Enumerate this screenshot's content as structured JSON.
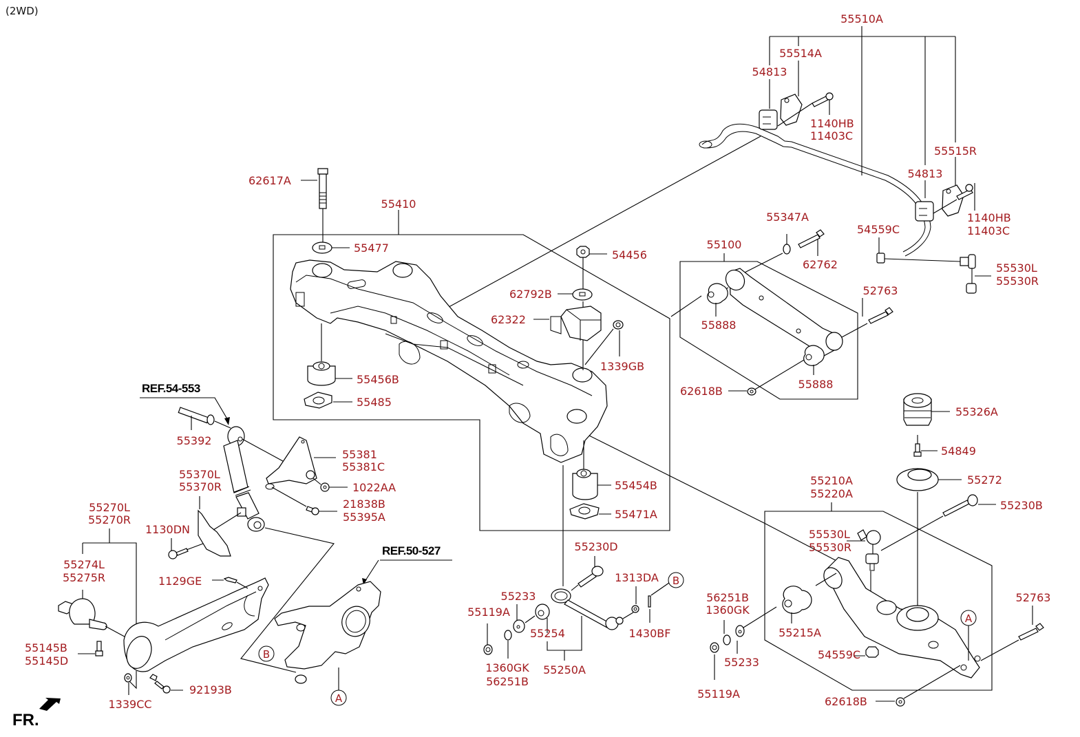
{
  "caption": "(2WD)",
  "direction_label": "FR.",
  "colors": {
    "part_number": "#a31b1f",
    "line": "#000000",
    "background": "#ffffff"
  },
  "references": {
    "shock": "REF.54-553",
    "knuckle": "REF.50-527"
  },
  "markers": {
    "a": "A",
    "b": "B"
  },
  "parts": {
    "p55510A": "55510A",
    "p55514A": "55514A",
    "p54813_l": "54813",
    "p1140HB_l": "1140HB",
    "p11403C_l": "11403C",
    "p55515R": "55515R",
    "p54813_r": "54813",
    "p1140HB_r": "1140HB",
    "p11403C_r": "11403C",
    "p54559C_top": "54559C",
    "p55530L_top": "55530L",
    "p55530R_top": "55530R",
    "p62617A": "62617A",
    "p55410": "55410",
    "p55477": "55477",
    "p54456": "54456",
    "p62792B": "62792B",
    "p62322": "62322",
    "p1339GB": "1339GB",
    "p55456B": "55456B",
    "p55485": "55485",
    "p55454B": "55454B",
    "p55471A": "55471A",
    "p55347A": "55347A",
    "p62762": "62762",
    "p55100": "55100",
    "p55888_a": "55888",
    "p55888_b": "55888",
    "p52763_top": "52763",
    "p62618B_top": "62618B",
    "p55326A": "55326A",
    "p54849": "54849",
    "p55272": "55272",
    "p55210A": "55210A",
    "p55220A": "55220A",
    "p55230B": "55230B",
    "p55530L_bot": "55530L",
    "p55530R_bot": "55530R",
    "p56251B_r": "56251B",
    "p1360GK_r": "1360GK",
    "p55215A": "55215A",
    "p55233_r": "55233",
    "p55119A_r": "55119A",
    "p54559C_bot": "54559C",
    "p52763_bot": "52763",
    "p62618B_bot": "62618B",
    "p55392": "55392",
    "p55381": "55381",
    "p55381C": "55381C",
    "p1022AA": "1022AA",
    "p55370L": "55370L",
    "p55370R": "55370R",
    "p21838B": "21838B",
    "p55395A": "55395A",
    "p1130DN": "1130DN",
    "p55270L": "55270L",
    "p55270R": "55270R",
    "p55274L": "55274L",
    "p55275R": "55275R",
    "p1129GE": "1129GE",
    "p55145B": "55145B",
    "p55145D": "55145D",
    "p1339CC": "1339CC",
    "p92193B": "92193B",
    "p55230D": "55230D",
    "p1313DA": "1313DA",
    "p55233_m": "55233",
    "p55119A_m": "55119A",
    "p55254": "55254",
    "p1430BF": "1430BF",
    "p1360GK_m": "1360GK",
    "p56251B_m": "56251B",
    "p55250A": "55250A"
  }
}
